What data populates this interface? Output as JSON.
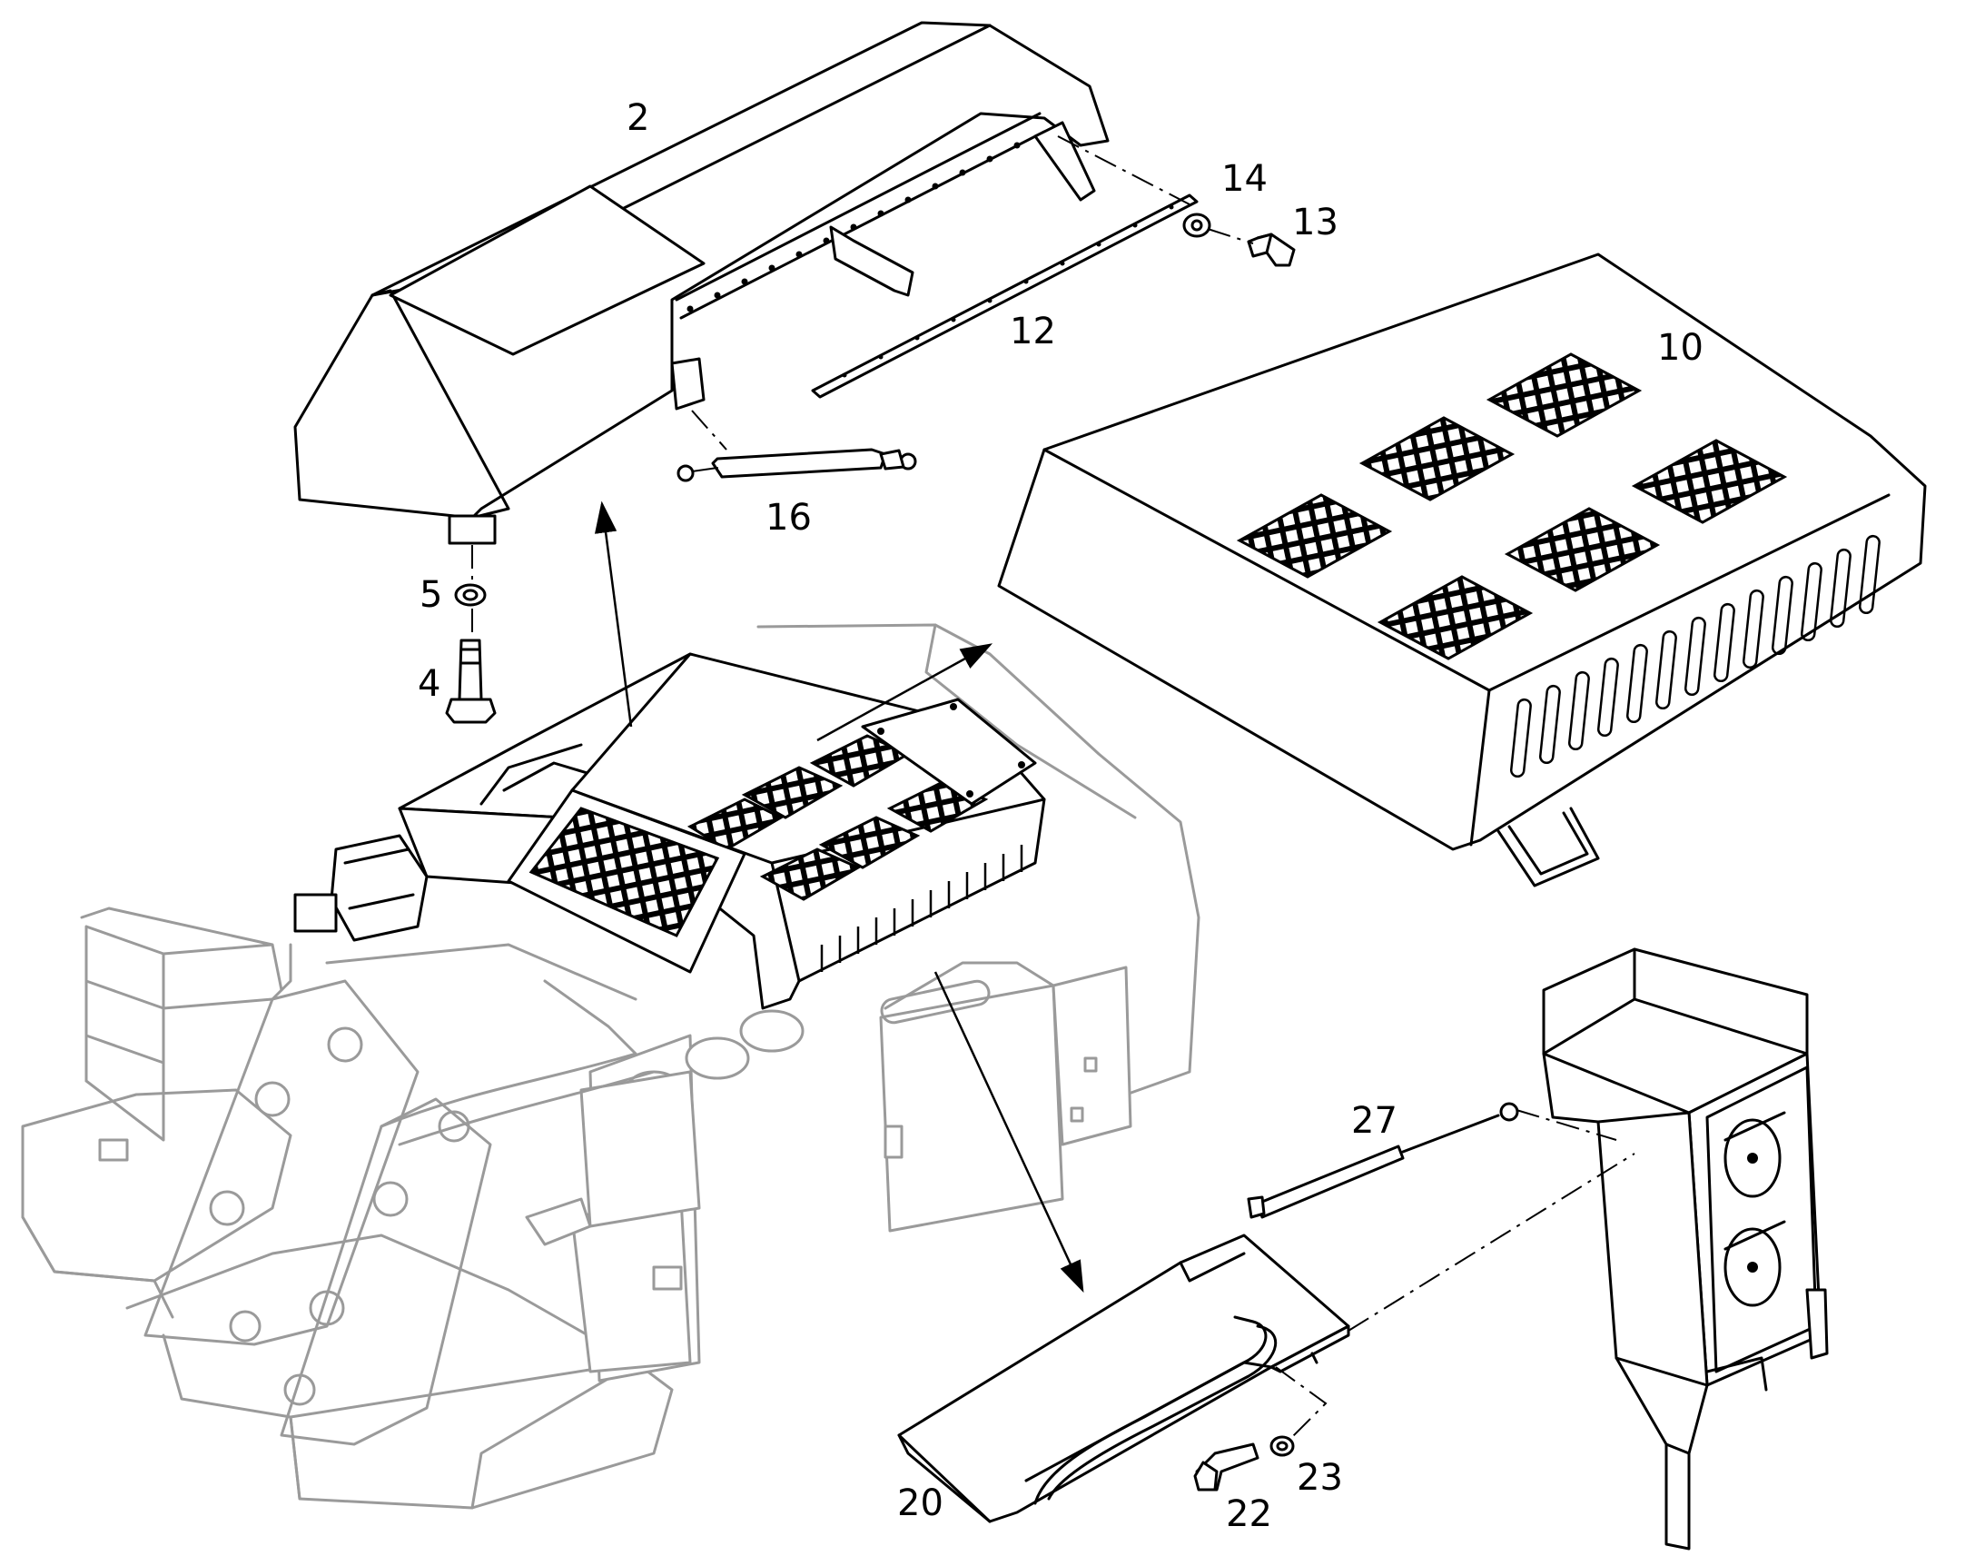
{
  "diagram": {
    "labels": {
      "hood_top": "2",
      "bolt_long": "4",
      "washer_small": "5",
      "cover_grilled": "10",
      "hinge_strip": "12",
      "bolt_hinge": "13",
      "washer_hinge": "14",
      "gas_spring_hood": "16",
      "side_panel": "20",
      "bolt_panel": "22",
      "washer_panel": "23",
      "gas_spring_panel": "27"
    }
  }
}
